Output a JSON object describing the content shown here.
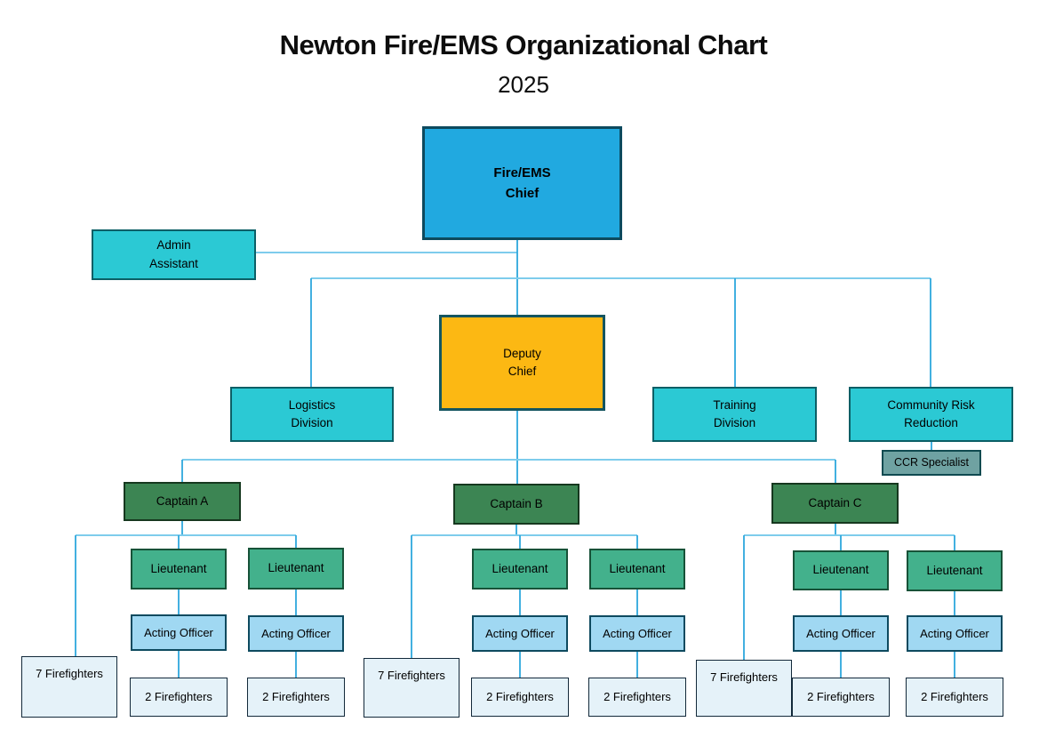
{
  "title": "Newton Fire/EMS Organizational Chart",
  "year": "2025",
  "org": {
    "chief": {
      "label": "Fire/EMS\nChief"
    },
    "admin_assistant": {
      "label": "Admin\nAssistant"
    },
    "deputy_chief": {
      "label": "Deputy\nChief"
    },
    "divisions": [
      {
        "id": "logistics",
        "label": "Logistics\nDivision"
      },
      {
        "id": "training",
        "label": "Training\nDivision"
      },
      {
        "id": "community-risk-reduction",
        "label": "Community Risk\nReduction"
      }
    ],
    "ccr_specialist": {
      "label": "CCR Specialist"
    },
    "captains": [
      {
        "label": "Captain A"
      },
      {
        "label": "Captain B"
      },
      {
        "label": "Captain C"
      }
    ],
    "unit_labels": {
      "lieutenant": "Lieutenant",
      "acting_officer": "Acting Officer",
      "seven_firefighters": "7 Firefighters",
      "two_firefighters": "2 Firefighters"
    }
  },
  "colors": {
    "chief_fill": "#21a9e0",
    "division_teal_fill": "#2bc9d4",
    "deputy_fill": "#fcb813",
    "captain_fill": "#3c8553",
    "lieutenant_fill": "#43b18c",
    "acting_officer_fill": "#a0d8f2",
    "firefighter_fill": "#e5f2f9",
    "ccr_specialist_fill": "#6fa2a2",
    "connector_vertical": "#2ea7dc",
    "connector_horizontal": "#7eccec"
  }
}
